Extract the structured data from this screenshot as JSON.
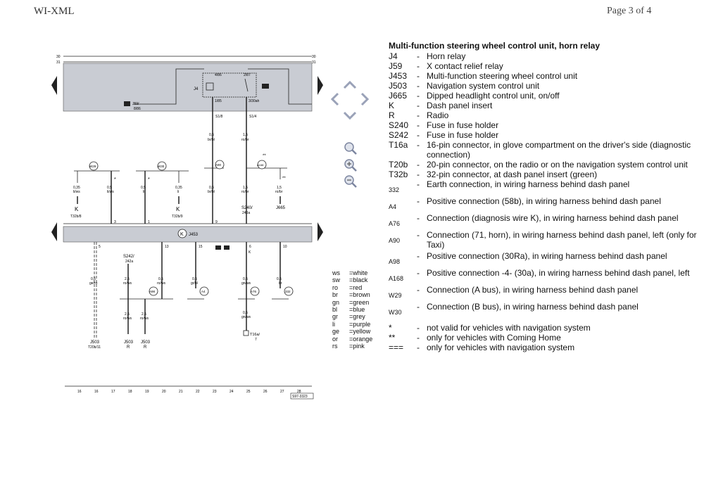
{
  "header": {
    "left": "WI-XML",
    "right": "Page 3 of 4"
  },
  "legend": {
    "title": "Multi-function steering wheel control unit, horn relay",
    "items": [
      {
        "code": "J4",
        "desc": "Horn relay",
        "small": false,
        "lines": 1
      },
      {
        "code": "J59",
        "desc": "X contact relief relay",
        "small": false,
        "lines": 1
      },
      {
        "code": "J453",
        "desc": "Multi-function steering wheel control unit",
        "small": false,
        "lines": 1
      },
      {
        "code": "J503",
        "desc": "Navigation system control unit",
        "small": false,
        "lines": 1
      },
      {
        "code": "J665",
        "desc": "Dipped headlight control unit, on/off",
        "small": false,
        "lines": 1
      },
      {
        "code": "K",
        "desc": "Dash panel insert",
        "small": false,
        "lines": 1
      },
      {
        "code": "R",
        "desc": "Radio",
        "small": false,
        "lines": 1
      },
      {
        "code": "S240",
        "desc": "Fuse in fuse holder",
        "small": false,
        "lines": 1
      },
      {
        "code": "S242",
        "desc": "Fuse in fuse holder",
        "small": false,
        "lines": 1
      },
      {
        "code": "T16a",
        "desc": "16-pin connector, in glove compartment on the driver's side (diagnostic connection)",
        "small": false,
        "lines": 2
      },
      {
        "code": "T20b",
        "desc": "20-pin connector, on the radio or on the navigation system control unit",
        "small": false,
        "lines": 2
      },
      {
        "code": "T32b",
        "desc": "32-pin connector, at dash panel insert (green)",
        "small": false,
        "lines": 1
      },
      {
        "code": "332",
        "desc": "Earth connection, in wiring harness behind dash panel",
        "small": true,
        "lines": 2
      },
      {
        "code": "A4",
        "desc": "Positive connection (58b), in wiring harness behind dash panel",
        "small": true,
        "lines": 2
      },
      {
        "code": "A76",
        "desc": "Connection (diagnosis wire K), in wiring harness behind dash panel",
        "small": true,
        "lines": 2
      },
      {
        "code": "A90",
        "desc": "Connection (71, horn), in wiring harness behind dash panel, left (only for Taxi)",
        "small": true,
        "lines": 2
      },
      {
        "code": "A98",
        "desc": "Positive connection (30Ra), in wiring harness behind dash panel",
        "small": true,
        "lines": 2
      },
      {
        "code": "A168",
        "desc": "Positive connection -4- (30a), in wiring harness behind dash panel, left",
        "small": true,
        "lines": 2
      },
      {
        "code": "W29",
        "desc": "Connection (A bus), in wiring harness behind dash panel",
        "small": true,
        "lines": 2
      },
      {
        "code": "W30",
        "desc": "Connection (B bus), in wiring harness behind dash panel",
        "small": true,
        "lines": 2
      }
    ],
    "notes": [
      {
        "sym": "*",
        "desc": "not valid for vehicles with navigation system"
      },
      {
        "sym": "**",
        "desc": "only for vehicles with Coming Home"
      },
      {
        "sym": "===",
        "desc": "only for vehicles with navigation system"
      }
    ]
  },
  "wire_colors": [
    {
      "code": "ws",
      "name": "white"
    },
    {
      "code": "sw",
      "name": "black"
    },
    {
      "code": "ro",
      "name": "red"
    },
    {
      "code": "br",
      "name": "brown"
    },
    {
      "code": "gn",
      "name": "green"
    },
    {
      "code": "bl",
      "name": "blue"
    },
    {
      "code": "gr",
      "name": "grey"
    },
    {
      "code": "li",
      "name": "purple"
    },
    {
      "code": "ge",
      "name": "yellow"
    },
    {
      "code": "or",
      "name": "orange"
    },
    {
      "code": "rs",
      "name": "pink"
    }
  ],
  "diagram": {
    "rail_labels": {
      "top_left_30": "30",
      "top_left_31": "31",
      "top_right_30": "30",
      "top_right_31": "31"
    },
    "j4_label": "J4",
    "j59_label": "J59/",
    "j59_sub": "8/86",
    "j453_label": "J453",
    "relay_pins": {
      "p486": "4/86",
      "p287": "2/87",
      "p185": "1/85",
      "p330": "3/30ah"
    },
    "fuse_labels": {
      "s18": "S1/8",
      "s14": "S1/4"
    },
    "wire_texts": {
      "w_a90": "0,5",
      "w_a90c": "br/bl",
      "w_a168": "1,5",
      "w_a168c": "ro/br",
      "w1": "0,35",
      "w1c": "li/ws",
      "w2": "0,5",
      "w2c": "li/ws",
      "w3": "0,5",
      "w3c": "li",
      "w4": "0,35",
      "w4c": "li",
      "w5": "0,5",
      "w5c": "br/bl",
      "w6": "1,5",
      "w6c": "ro/br",
      "w7": "1,5",
      "w7c": "ro/br",
      "wl1": "0,5",
      "wl1c": "ge/ro",
      "wl2": "2,5",
      "wl2c": "ro/ws",
      "wl3": "0,5",
      "wl3c": "ro/ws",
      "wl4": "0,5",
      "wl4c": "gr/bl",
      "wl5": "0,5",
      "wl5c": "gn/ws",
      "wl6": "0,5",
      "wl6c": "br",
      "wl7": "2,5",
      "wl7c": "ro/ws",
      "wl8": "2,5",
      "wl8c": "ro/ws",
      "wl9": "0,5",
      "wl9c": "gn/ws"
    },
    "components": {
      "k1": "K",
      "k1s": "T32b/8",
      "k2": "K",
      "k2s": "T32b/9",
      "s240": "S240/",
      "s240s": "240a",
      "j665": "J665",
      "s242": "S242/",
      "s242s": "242a",
      "j503a": "J503",
      "j503as": "T20b/11",
      "j503b": "J503",
      "j503bs": "R",
      "j503c": "J503",
      "j503cs": "R",
      "t16a": "T16a/",
      "t16as": "7",
      "pin_k": "K"
    },
    "circles": {
      "w29": "W29",
      "w30": "W30",
      "a90": "A90",
      "a168": "A168",
      "a98": "A98",
      "a4": "A4",
      "a76": "A76",
      "g332": "332"
    },
    "stars": {
      "s1": "*",
      "s2": "*",
      "s3": "**",
      "s4": "**"
    },
    "pins_upper": {
      "p3": "3",
      "p1": "1",
      "p9": "9"
    },
    "pins_lower": {
      "p5": "5",
      "p13": "13",
      "p15": "15",
      "p6": "6",
      "p10": "10"
    },
    "ruler": [
      "16",
      "16",
      "17",
      "18",
      "19",
      "20",
      "21",
      "22",
      "23",
      "24",
      "25",
      "26",
      "27",
      "28"
    ],
    "ref": "S97-3323"
  },
  "nav": {
    "up": "chevron-up-icon",
    "left": "chevron-left-icon",
    "right": "chevron-right-icon",
    "down": "chevron-down-icon",
    "zoom_fit": "zoom-fit-icon",
    "zoom_in": "zoom-in-icon",
    "zoom_out": "zoom-out-icon"
  },
  "colors": {
    "panel": "#c9ccd3",
    "nav": "#9aa2b8",
    "line": "#222222"
  }
}
